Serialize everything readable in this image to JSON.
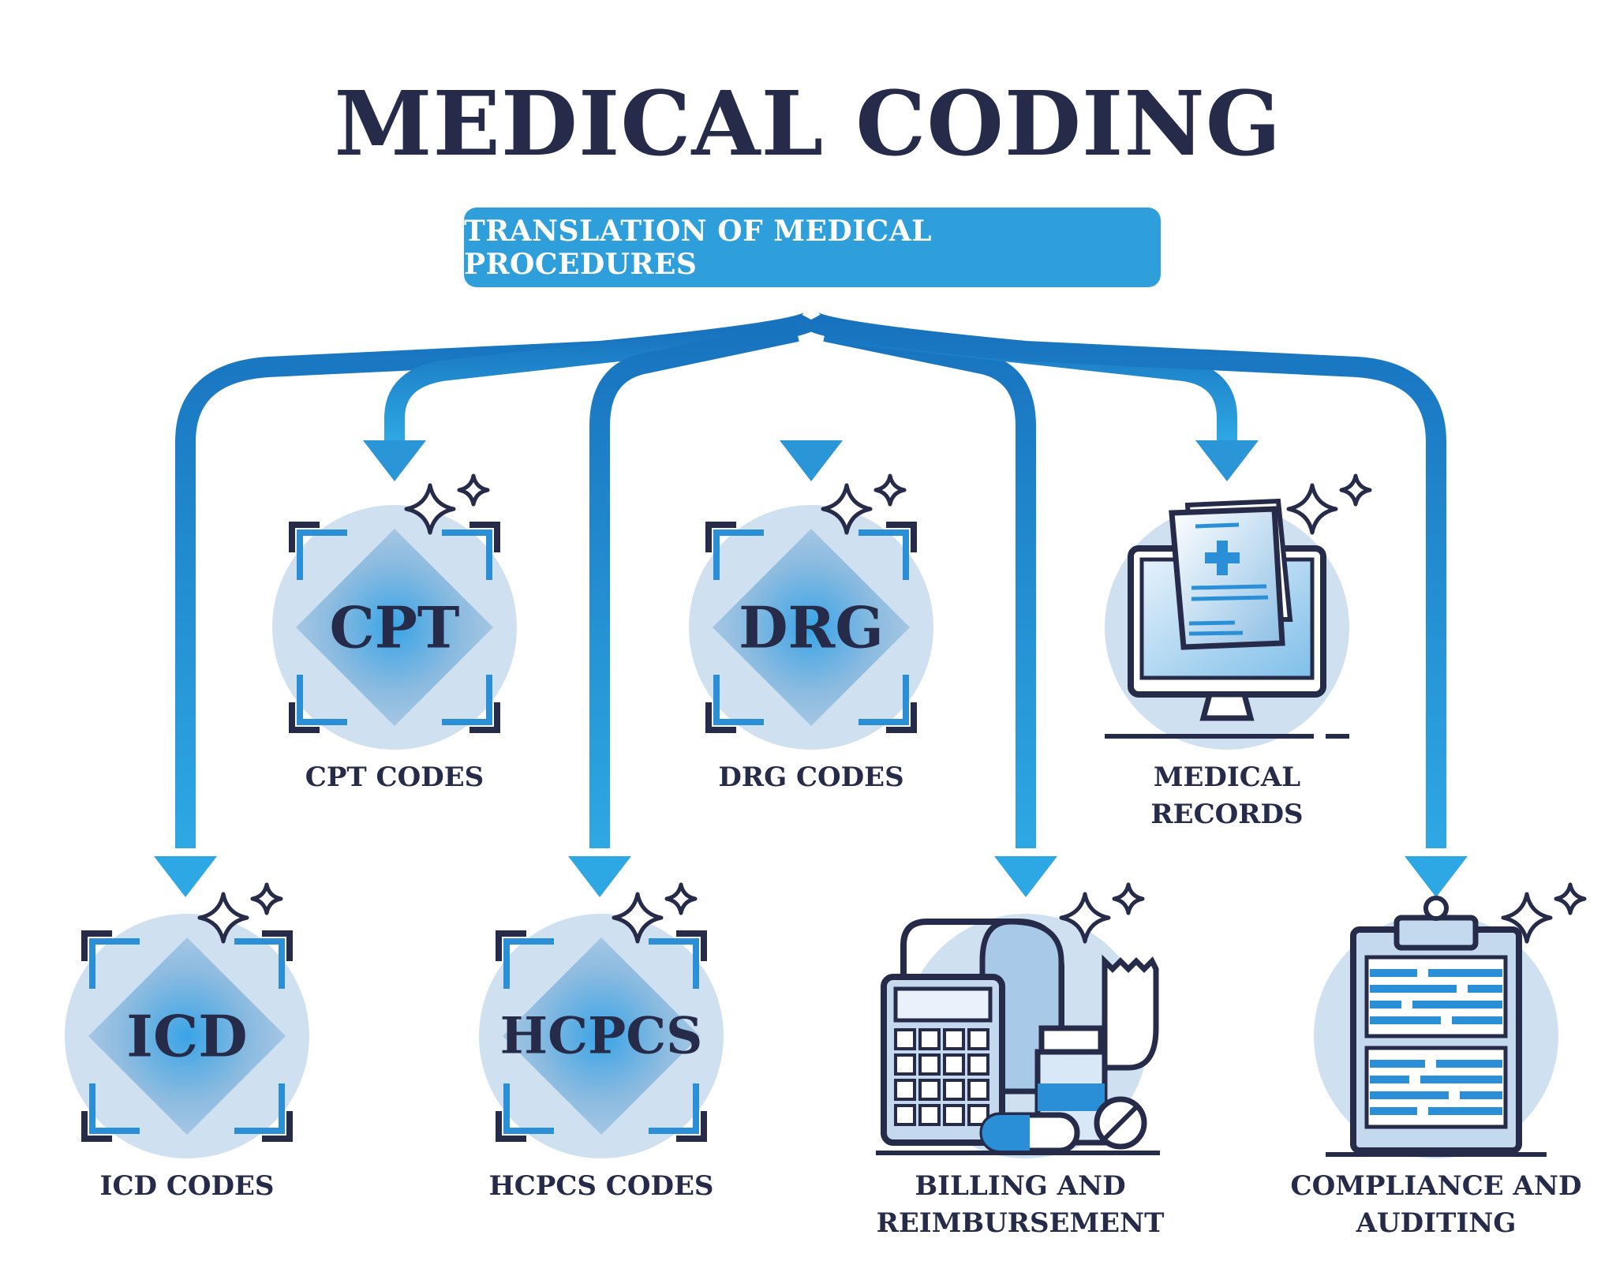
{
  "title": "MEDICAL CODING",
  "banner": "TRANSLATION OF MEDICAL PROCEDURES",
  "nodes": {
    "cpt": {
      "badge": "CPT",
      "caption": [
        "CPT CODES"
      ]
    },
    "drg": {
      "badge": "DRG",
      "caption": [
        "DRG CODES"
      ]
    },
    "records": {
      "caption": [
        "MEDICAL",
        "RECORDS"
      ]
    },
    "icd": {
      "badge": "ICD",
      "caption": [
        "ICD CODES"
      ]
    },
    "hcpcs": {
      "badge": "HCPCS",
      "caption": [
        "HCPCS CODES"
      ]
    },
    "billing": {
      "caption": [
        "BILLING AND",
        "REIMBURSEMENT"
      ]
    },
    "compliance": {
      "caption": [
        "COMPLIANCE AND",
        "AUDITING"
      ]
    }
  },
  "colors": {
    "dark_navy": "#252b48",
    "arrow_blue_dark": "#1873be",
    "arrow_blue_light": "#2ea8e4",
    "banner_blue": "#2f9fdc",
    "circle_bg": "#cfe0f0",
    "accent_blue": "#2a8fd6"
  },
  "icons": {
    "cpt": "code-badge-icon",
    "drg": "code-badge-icon",
    "icd": "code-badge-icon",
    "hcpcs": "code-badge-icon",
    "records": "computer-document-icon",
    "billing": "calculator-receipt-pills-icon",
    "compliance": "clipboard-icon"
  }
}
